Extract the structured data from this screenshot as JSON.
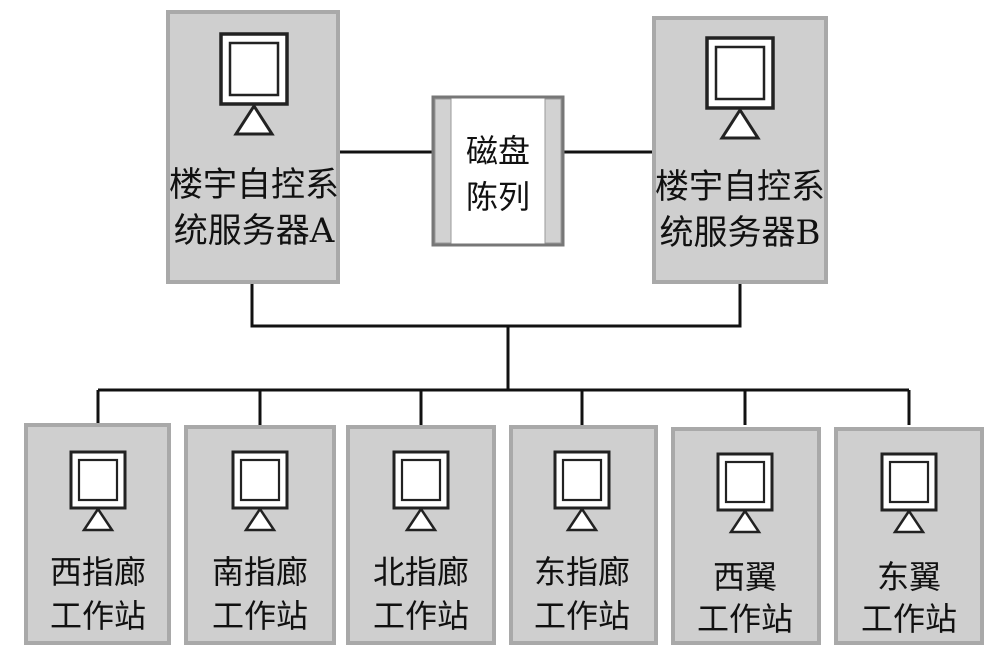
{
  "servers": [
    {
      "line1": "楼宇自控系",
      "line2": "统服务器A"
    },
    {
      "line1": "楼宇自控系",
      "line2": "统服务器B"
    }
  ],
  "disk_array": {
    "line1": "磁盘",
    "line2": "陈列"
  },
  "workstations": [
    {
      "line1": "西指廊",
      "line2": "工作站"
    },
    {
      "line1": "南指廊",
      "line2": "工作站"
    },
    {
      "line1": "北指廊",
      "line2": "工作站"
    },
    {
      "line1": "东指廊",
      "line2": "工作站"
    },
    {
      "line1": "西翼",
      "line2": "工作站"
    },
    {
      "line1": "东翼",
      "line2": "工作站"
    }
  ],
  "icon": "computer-monitor-icon"
}
